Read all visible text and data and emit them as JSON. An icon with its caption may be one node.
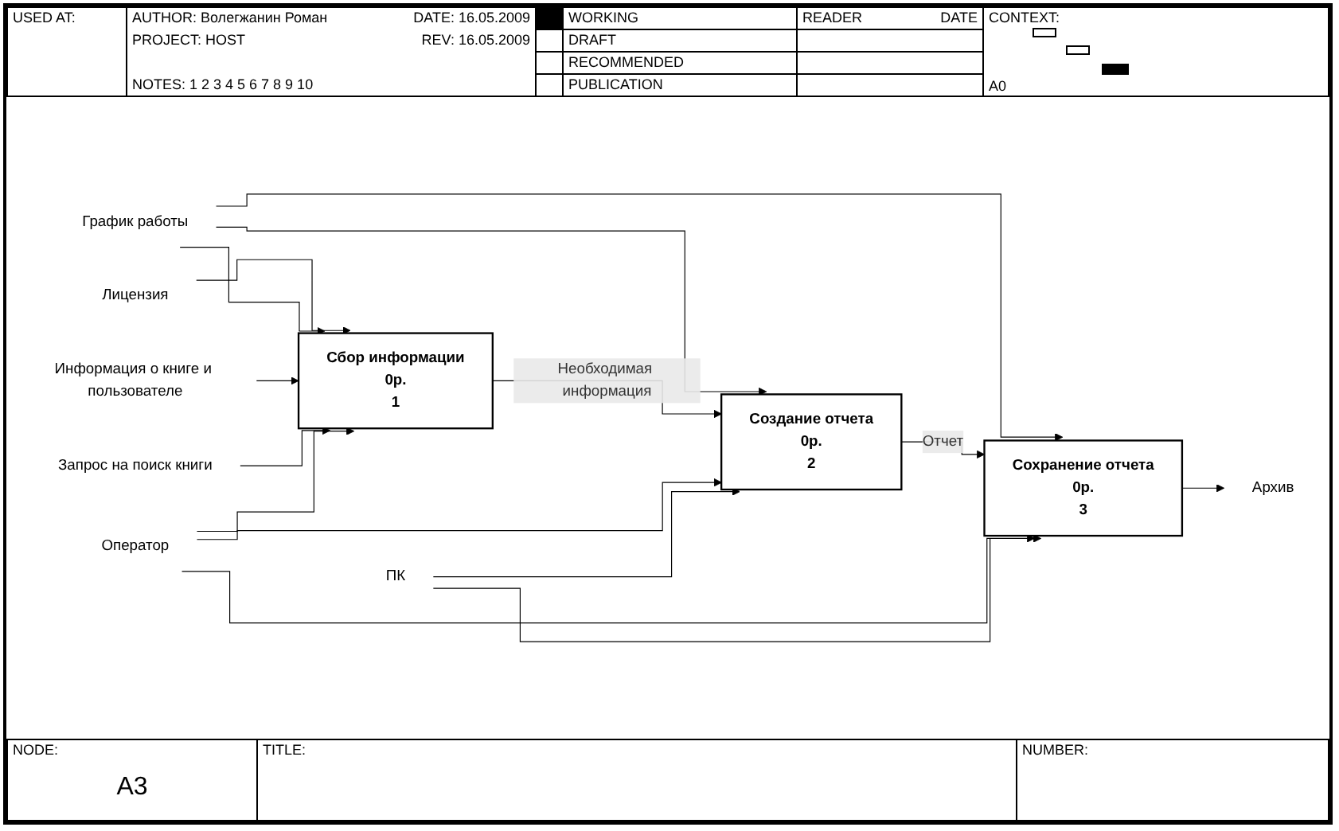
{
  "diagram": {
    "nodes": [
      {
        "text": [
          "Лицензия"
        ]
      },
      {
        "text": [
          "Информация о книге и пользователе"
        ]
      },
      {
        "text": [
          "Запрос на поиск книги"
        ]
      },
      {
        "text": [
          "График работы"
        ]
      },
      {
        "text": [
          "Сбор информации",
          "0р.",
          "1"
        ]
      },
      {
        "text": [
          "Создание отчета",
          "0р.",
          "2"
        ]
      },
      {
        "text": [
          "Сохранение отчета",
          "0р.",
          "3"
        ]
      },
      {
        "text": [
          "Оператор"
        ]
      },
      {
        "text": [
          "ПК"
        ]
      },
      {
        "text": [
          "Архив"
        ]
      }
    ],
    "edges": [
      {
        "from": 0,
        "to": 4,
        "arrow": "to"
      },
      {
        "from": 3,
        "to": 4,
        "arrow": "to"
      },
      {
        "from": 1,
        "to": 4,
        "arrow": "to"
      },
      {
        "from": 2,
        "to": 4,
        "arrow": "to"
      },
      {
        "from": 3,
        "to": 5,
        "arrow": "to"
      },
      {
        "from": 3,
        "to": 6,
        "arrow": "to"
      },
      {
        "from": 4,
        "to": 5,
        "label": "Необходимая информация",
        "arrow": "to"
      },
      {
        "from": 5,
        "to": 6,
        "label": "Отчет",
        "arrow": "to"
      },
      {
        "from": 6,
        "to": 9,
        "arrow": "to"
      },
      {
        "from": 7,
        "to": 4,
        "arrow": "to"
      },
      {
        "from": 7,
        "to": 5,
        "arrow": "to"
      },
      {
        "from": 7,
        "to": 6,
        "arrow": "to"
      },
      {
        "from": 8,
        "to": 5,
        "arrow": "to"
      },
      {
        "from": 8,
        "to": 6,
        "arrow": "to"
      }
    ],
    "labels": [
      "USED AT:",
      "AUTHOR: Волегжанин Роман",
      "DATE: 16.05.2009",
      "PROJECT: HOST",
      "REV: 16.05.2009",
      "NOTES: 1 2 3 4 5 6 7 8 9 10",
      "WORKING",
      "DRAFT",
      "RECOMMENDED",
      "PUBLICATION",
      "READER",
      "DATE",
      "CONTEXT:",
      "A0",
      "NODE:",
      "A3",
      "TITLE:",
      "NUMBER:"
    ]
  }
}
